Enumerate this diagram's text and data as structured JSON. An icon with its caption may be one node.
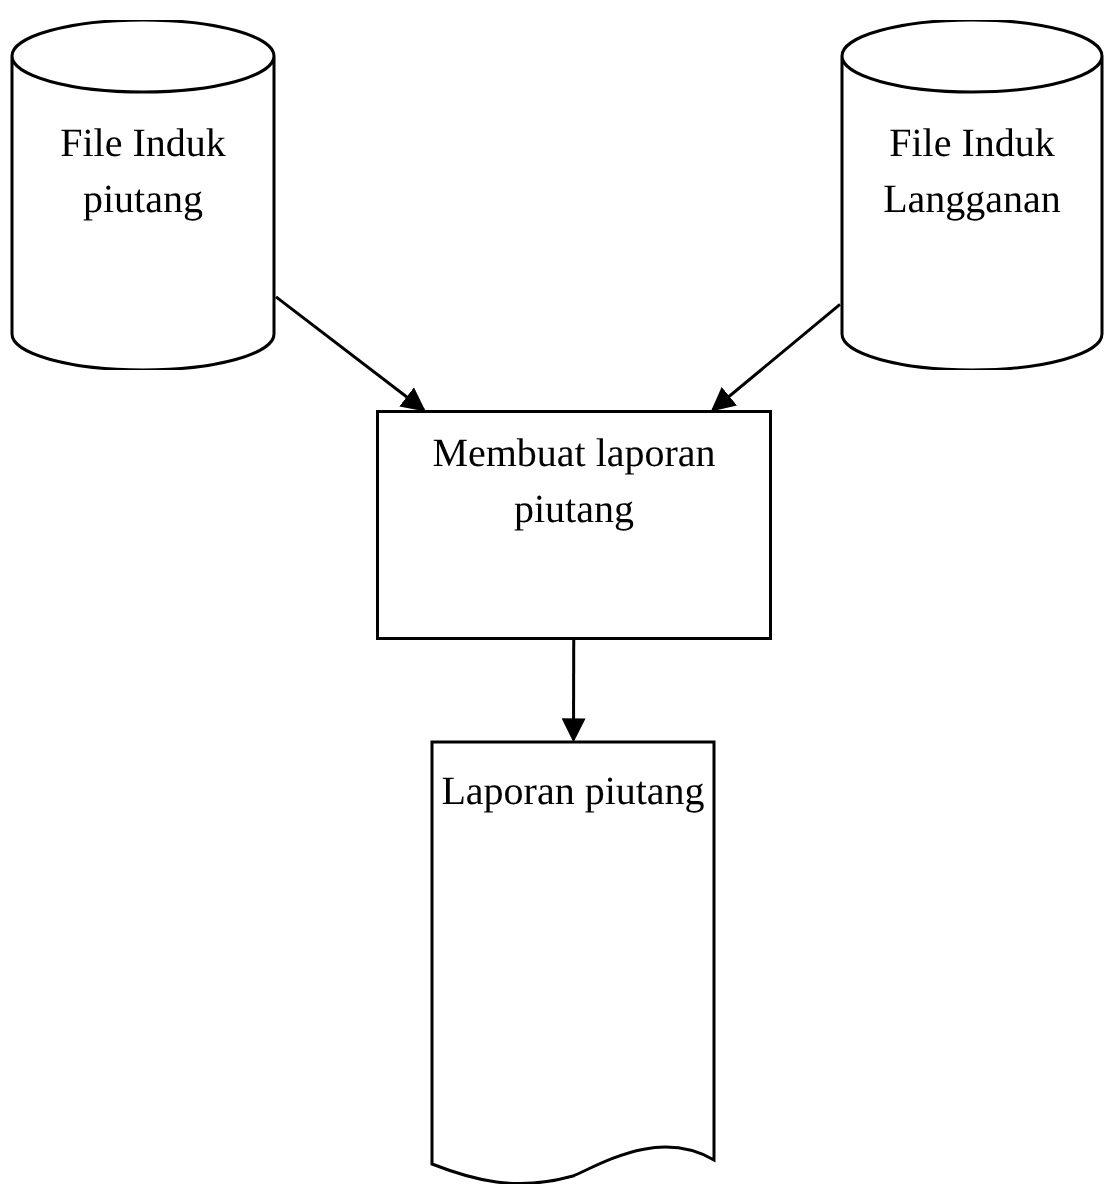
{
  "diagram": {
    "nodes": [
      {
        "text": [
          "File Induk piutang"
        ]
      },
      {
        "text": [
          "File Induk Langganan"
        ]
      },
      {
        "text": [
          "Membuat laporan piutang"
        ]
      },
      {
        "text": [
          "Laporan piutang"
        ]
      }
    ],
    "edges": [
      {
        "from": 0,
        "to": 2,
        "arrow": "to"
      },
      {
        "from": 1,
        "to": 2,
        "arrow": "to"
      },
      {
        "from": 2,
        "to": 3,
        "arrow": "to"
      }
    ]
  }
}
